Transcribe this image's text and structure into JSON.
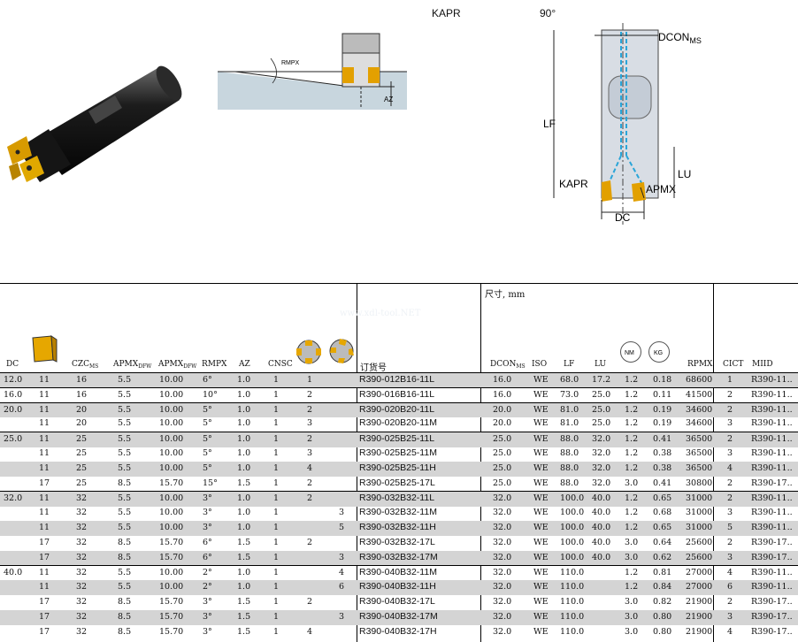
{
  "kapr": {
    "label": "KAPR",
    "value": "90°"
  },
  "diagram_labels": {
    "rmpx": "RMPX",
    "az": "AZ",
    "dcon": "DCON",
    "dcon_sub": "MS",
    "lf": "LF",
    "lu": "LU",
    "kapr": "KAPR",
    "apmx": "APMX",
    "dc": "DC"
  },
  "table": {
    "size_note": "尺寸, mm",
    "watermark": "www.xdl-tool.NET",
    "headers": {
      "dc": "DC",
      "czc": "CZC",
      "czc_sub": "MS",
      "apmx1": "APMX",
      "apmx1_sub": "DFW",
      "apmx2": "APMX",
      "apmx2_sub": "DFW",
      "rmpx": "RMPX",
      "az": "AZ",
      "cnsc": "CNSC",
      "order": "订货号",
      "dcon": "DCON",
      "dcon_sub": "MS",
      "iso": "ISO",
      "lf": "LF",
      "lu": "LU",
      "nm": "NM",
      "kg": "KG",
      "rpmx": "RPMX",
      "cict": "CICT",
      "miid": "MIID"
    },
    "rows": [
      {
        "dc": "12.0",
        "ins": "11",
        "czc": "16",
        "apmx1": "5.5",
        "apmx2": "10.00",
        "rmpx": "6°",
        "az": "1.0",
        "cnsc": "1",
        "c2": "1",
        "c4": "",
        "code": "R390-012B16-11L",
        "dcon": "16.0",
        "iso": "WE",
        "lf": "68.0",
        "lu": "17.2",
        "nm": "1.2",
        "kg": "0.18",
        "rpmx": "68600",
        "cict": "1",
        "miid": "R390-11..",
        "shade": true,
        "top": true
      },
      {
        "dc": "16.0",
        "ins": "11",
        "czc": "16",
        "apmx1": "5.5",
        "apmx2": "10.00",
        "rmpx": "10°",
        "az": "1.0",
        "cnsc": "1",
        "c2": "2",
        "c4": "",
        "code": "R390-016B16-11L",
        "dcon": "16.0",
        "iso": "WE",
        "lf": "73.0",
        "lu": "25.0",
        "nm": "1.2",
        "kg": "0.11",
        "rpmx": "41500",
        "cict": "2",
        "miid": "R390-11..",
        "shade": false,
        "top": true
      },
      {
        "dc": "20.0",
        "ins": "11",
        "czc": "20",
        "apmx1": "5.5",
        "apmx2": "10.00",
        "rmpx": "5°",
        "az": "1.0",
        "cnsc": "1",
        "c2": "2",
        "c4": "",
        "code": "R390-020B20-11L",
        "dcon": "20.0",
        "iso": "WE",
        "lf": "81.0",
        "lu": "25.0",
        "nm": "1.2",
        "kg": "0.19",
        "rpmx": "34600",
        "cict": "2",
        "miid": "R390-11..",
        "shade": true,
        "top": true
      },
      {
        "dc": "",
        "ins": "11",
        "czc": "20",
        "apmx1": "5.5",
        "apmx2": "10.00",
        "rmpx": "5°",
        "az": "1.0",
        "cnsc": "1",
        "c2": "3",
        "c4": "",
        "code": "R390-020B20-11M",
        "dcon": "20.0",
        "iso": "WE",
        "lf": "81.0",
        "lu": "25.0",
        "nm": "1.2",
        "kg": "0.19",
        "rpmx": "34600",
        "cict": "3",
        "miid": "R390-11..",
        "shade": false,
        "top": false
      },
      {
        "dc": "25.0",
        "ins": "11",
        "czc": "25",
        "apmx1": "5.5",
        "apmx2": "10.00",
        "rmpx": "5°",
        "az": "1.0",
        "cnsc": "1",
        "c2": "2",
        "c4": "",
        "code": "R390-025B25-11L",
        "dcon": "25.0",
        "iso": "WE",
        "lf": "88.0",
        "lu": "32.0",
        "nm": "1.2",
        "kg": "0.41",
        "rpmx": "36500",
        "cict": "2",
        "miid": "R390-11..",
        "shade": true,
        "top": true
      },
      {
        "dc": "",
        "ins": "11",
        "czc": "25",
        "apmx1": "5.5",
        "apmx2": "10.00",
        "rmpx": "5°",
        "az": "1.0",
        "cnsc": "1",
        "c2": "3",
        "c4": "",
        "code": "R390-025B25-11M",
        "dcon": "25.0",
        "iso": "WE",
        "lf": "88.0",
        "lu": "32.0",
        "nm": "1.2",
        "kg": "0.38",
        "rpmx": "36500",
        "cict": "3",
        "miid": "R390-11..",
        "shade": false,
        "top": false
      },
      {
        "dc": "",
        "ins": "11",
        "czc": "25",
        "apmx1": "5.5",
        "apmx2": "10.00",
        "rmpx": "5°",
        "az": "1.0",
        "cnsc": "1",
        "c2": "4",
        "c4": "",
        "code": "R390-025B25-11H",
        "dcon": "25.0",
        "iso": "WE",
        "lf": "88.0",
        "lu": "32.0",
        "nm": "1.2",
        "kg": "0.38",
        "rpmx": "36500",
        "cict": "4",
        "miid": "R390-11..",
        "shade": true,
        "top": false
      },
      {
        "dc": "",
        "ins": "17",
        "czc": "25",
        "apmx1": "8.5",
        "apmx2": "15.70",
        "rmpx": "15°",
        "az": "1.5",
        "cnsc": "1",
        "c2": "2",
        "c4": "",
        "code": "R390-025B25-17L",
        "dcon": "25.0",
        "iso": "WE",
        "lf": "88.0",
        "lu": "32.0",
        "nm": "3.0",
        "kg": "0.41",
        "rpmx": "30800",
        "cict": "2",
        "miid": "R390-17..",
        "shade": false,
        "top": false
      },
      {
        "dc": "32.0",
        "ins": "11",
        "czc": "32",
        "apmx1": "5.5",
        "apmx2": "10.00",
        "rmpx": "3°",
        "az": "1.0",
        "cnsc": "1",
        "c2": "2",
        "c4": "",
        "code": "R390-032B32-11L",
        "dcon": "32.0",
        "iso": "WE",
        "lf": "100.0",
        "lu": "40.0",
        "nm": "1.2",
        "kg": "0.65",
        "rpmx": "31000",
        "cict": "2",
        "miid": "R390-11..",
        "shade": true,
        "top": true
      },
      {
        "dc": "",
        "ins": "11",
        "czc": "32",
        "apmx1": "5.5",
        "apmx2": "10.00",
        "rmpx": "3°",
        "az": "1.0",
        "cnsc": "1",
        "c2": "",
        "c4": "3",
        "code": "R390-032B32-11M",
        "dcon": "32.0",
        "iso": "WE",
        "lf": "100.0",
        "lu": "40.0",
        "nm": "1.2",
        "kg": "0.68",
        "rpmx": "31000",
        "cict": "3",
        "miid": "R390-11..",
        "shade": false,
        "top": false
      },
      {
        "dc": "",
        "ins": "11",
        "czc": "32",
        "apmx1": "5.5",
        "apmx2": "10.00",
        "rmpx": "3°",
        "az": "1.0",
        "cnsc": "1",
        "c2": "",
        "c4": "5",
        "code": "R390-032B32-11H",
        "dcon": "32.0",
        "iso": "WE",
        "lf": "100.0",
        "lu": "40.0",
        "nm": "1.2",
        "kg": "0.65",
        "rpmx": "31000",
        "cict": "5",
        "miid": "R390-11..",
        "shade": true,
        "top": false
      },
      {
        "dc": "",
        "ins": "17",
        "czc": "32",
        "apmx1": "8.5",
        "apmx2": "15.70",
        "rmpx": "6°",
        "az": "1.5",
        "cnsc": "1",
        "c2": "2",
        "c4": "",
        "code": "R390-032B32-17L",
        "dcon": "32.0",
        "iso": "WE",
        "lf": "100.0",
        "lu": "40.0",
        "nm": "3.0",
        "kg": "0.64",
        "rpmx": "25600",
        "cict": "2",
        "miid": "R390-17..",
        "shade": false,
        "top": false
      },
      {
        "dc": "",
        "ins": "17",
        "czc": "32",
        "apmx1": "8.5",
        "apmx2": "15.70",
        "rmpx": "6°",
        "az": "1.5",
        "cnsc": "1",
        "c2": "",
        "c4": "3",
        "code": "R390-032B32-17M",
        "dcon": "32.0",
        "iso": "WE",
        "lf": "100.0",
        "lu": "40.0",
        "nm": "3.0",
        "kg": "0.62",
        "rpmx": "25600",
        "cict": "3",
        "miid": "R390-17..",
        "shade": true,
        "top": false
      },
      {
        "dc": "40.0",
        "ins": "11",
        "czc": "32",
        "apmx1": "5.5",
        "apmx2": "10.00",
        "rmpx": "2°",
        "az": "1.0",
        "cnsc": "1",
        "c2": "",
        "c4": "4",
        "code": "R390-040B32-11M",
        "dcon": "32.0",
        "iso": "WE",
        "lf": "110.0",
        "lu": "",
        "nm": "1.2",
        "kg": "0.81",
        "rpmx": "27000",
        "cict": "4",
        "miid": "R390-11..",
        "shade": false,
        "top": true
      },
      {
        "dc": "",
        "ins": "11",
        "czc": "32",
        "apmx1": "5.5",
        "apmx2": "10.00",
        "rmpx": "2°",
        "az": "1.0",
        "cnsc": "1",
        "c2": "",
        "c4": "6",
        "code": "R390-040B32-11H",
        "dcon": "32.0",
        "iso": "WE",
        "lf": "110.0",
        "lu": "",
        "nm": "1.2",
        "kg": "0.84",
        "rpmx": "27000",
        "cict": "6",
        "miid": "R390-11..",
        "shade": true,
        "top": false
      },
      {
        "dc": "",
        "ins": "17",
        "czc": "32",
        "apmx1": "8.5",
        "apmx2": "15.70",
        "rmpx": "3°",
        "az": "1.5",
        "cnsc": "1",
        "c2": "2",
        "c4": "",
        "code": "R390-040B32-17L",
        "dcon": "32.0",
        "iso": "WE",
        "lf": "110.0",
        "lu": "",
        "nm": "3.0",
        "kg": "0.82",
        "rpmx": "21900",
        "cict": "2",
        "miid": "R390-17..",
        "shade": false,
        "top": false
      },
      {
        "dc": "",
        "ins": "17",
        "czc": "32",
        "apmx1": "8.5",
        "apmx2": "15.70",
        "rmpx": "3°",
        "az": "1.5",
        "cnsc": "1",
        "c2": "",
        "c4": "3",
        "code": "R390-040B32-17M",
        "dcon": "32.0",
        "iso": "WE",
        "lf": "110.0",
        "lu": "",
        "nm": "3.0",
        "kg": "0.80",
        "rpmx": "21900",
        "cict": "3",
        "miid": "R390-17..",
        "shade": true,
        "top": false
      },
      {
        "dc": "",
        "ins": "17",
        "czc": "32",
        "apmx1": "8.5",
        "apmx2": "15.70",
        "rmpx": "3°",
        "az": "1.5",
        "cnsc": "1",
        "c2": "4",
        "c4": "",
        "code": "R390-040B32-17H",
        "dcon": "32.0",
        "iso": "WE",
        "lf": "110.0",
        "lu": "",
        "nm": "3.0",
        "kg": "0.80",
        "rpmx": "21900",
        "cict": "4",
        "miid": "R390-17..",
        "shade": false,
        "top": false
      }
    ]
  }
}
